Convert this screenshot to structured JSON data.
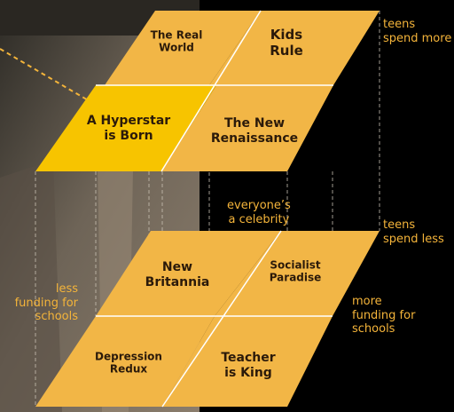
{
  "colors": {
    "cell": "#f2b646",
    "highlight": "#f7c400",
    "grid_line": "#ffffff",
    "note_text": "#f4b43a",
    "dashed_pointer": "#f4b43a"
  },
  "top_plane": {
    "cells": [
      {
        "id": "real-world",
        "label": "The Real\nWorld"
      },
      {
        "id": "kids-rule",
        "label": "Kids\nRule"
      },
      {
        "id": "hyperstar",
        "label": "A Hyperstar\nis Born",
        "highlighted": true
      },
      {
        "id": "new-renaissance",
        "label": "The New\nRenaissance"
      }
    ]
  },
  "bottom_plane": {
    "cells": [
      {
        "id": "new-britannia",
        "label": "New\nBritannia"
      },
      {
        "id": "socialist-paradise",
        "label": "Socialist\nParadise"
      },
      {
        "id": "depression-redux",
        "label": "Depression\nRedux"
      },
      {
        "id": "teacher-is-king",
        "label": "Teacher\nis King"
      }
    ]
  },
  "notes": {
    "teens_spend_more": "teens\nspend more",
    "everyones_celebrity": "everyone’s\na celebrity",
    "teens_spend_less": "teens\nspend less",
    "less_funding": "less\nfunding for\nschools",
    "more_funding": "more\nfunding for\nschools"
  }
}
